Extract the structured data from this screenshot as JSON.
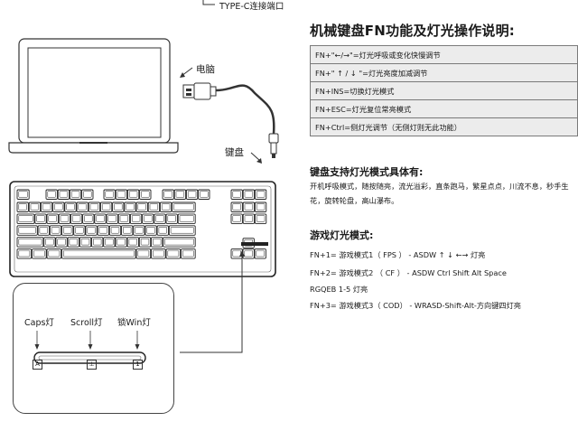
{
  "labels": {
    "typec": "TYPE-C连接端口",
    "computer": "电脑",
    "keyboard": "键盘"
  },
  "title": "机械键盘FN功能及灯光操作说明:",
  "fn_rows": [
    "FN+\"←/→\"=灯光呼吸或变化快慢调节",
    "FN+\" ↑ / ↓ \"=灯光亮度加减调节",
    "FN+INS=切换灯光模式",
    "FN+ESC=灯光复位常亮模式",
    "FN+Ctrl=侧灯光调节（无侧灯则无此功能）"
  ],
  "modes": {
    "heading": "键盘支持灯光模式具体有:",
    "text": "开机呼吸模式，随按随亮，流光溢彩，直条跑马，繁星点点，川流不息，秒手生花，旋转轮盘，高山瀑布。"
  },
  "game": {
    "heading": "游戏灯光模式:",
    "line1": "FN+1=  游戏模式1（ FPS ） -  ASDW ↑ ↓ ←→ 灯亮",
    "line2": "FN+2=  游戏模式2  （  CF  ）  -   ASDW  Ctrl  Shift  Alt  Space",
    "line3": "RGQEB 1-5 灯亮",
    "line4": "FN+3=  游戏模式3（ COD） -  WRASD-Shift-Alt-方向键四灯亮"
  },
  "leds": [
    {
      "label": "Caps灯",
      "key": "A"
    },
    {
      "label": "Scroll灯",
      "key": "⊥"
    },
    {
      "label": "锁Win灯",
      "key": "1"
    }
  ],
  "colors": {
    "line": "#333333",
    "table_bg": "#ececec",
    "key_fill": "#ffffff"
  }
}
